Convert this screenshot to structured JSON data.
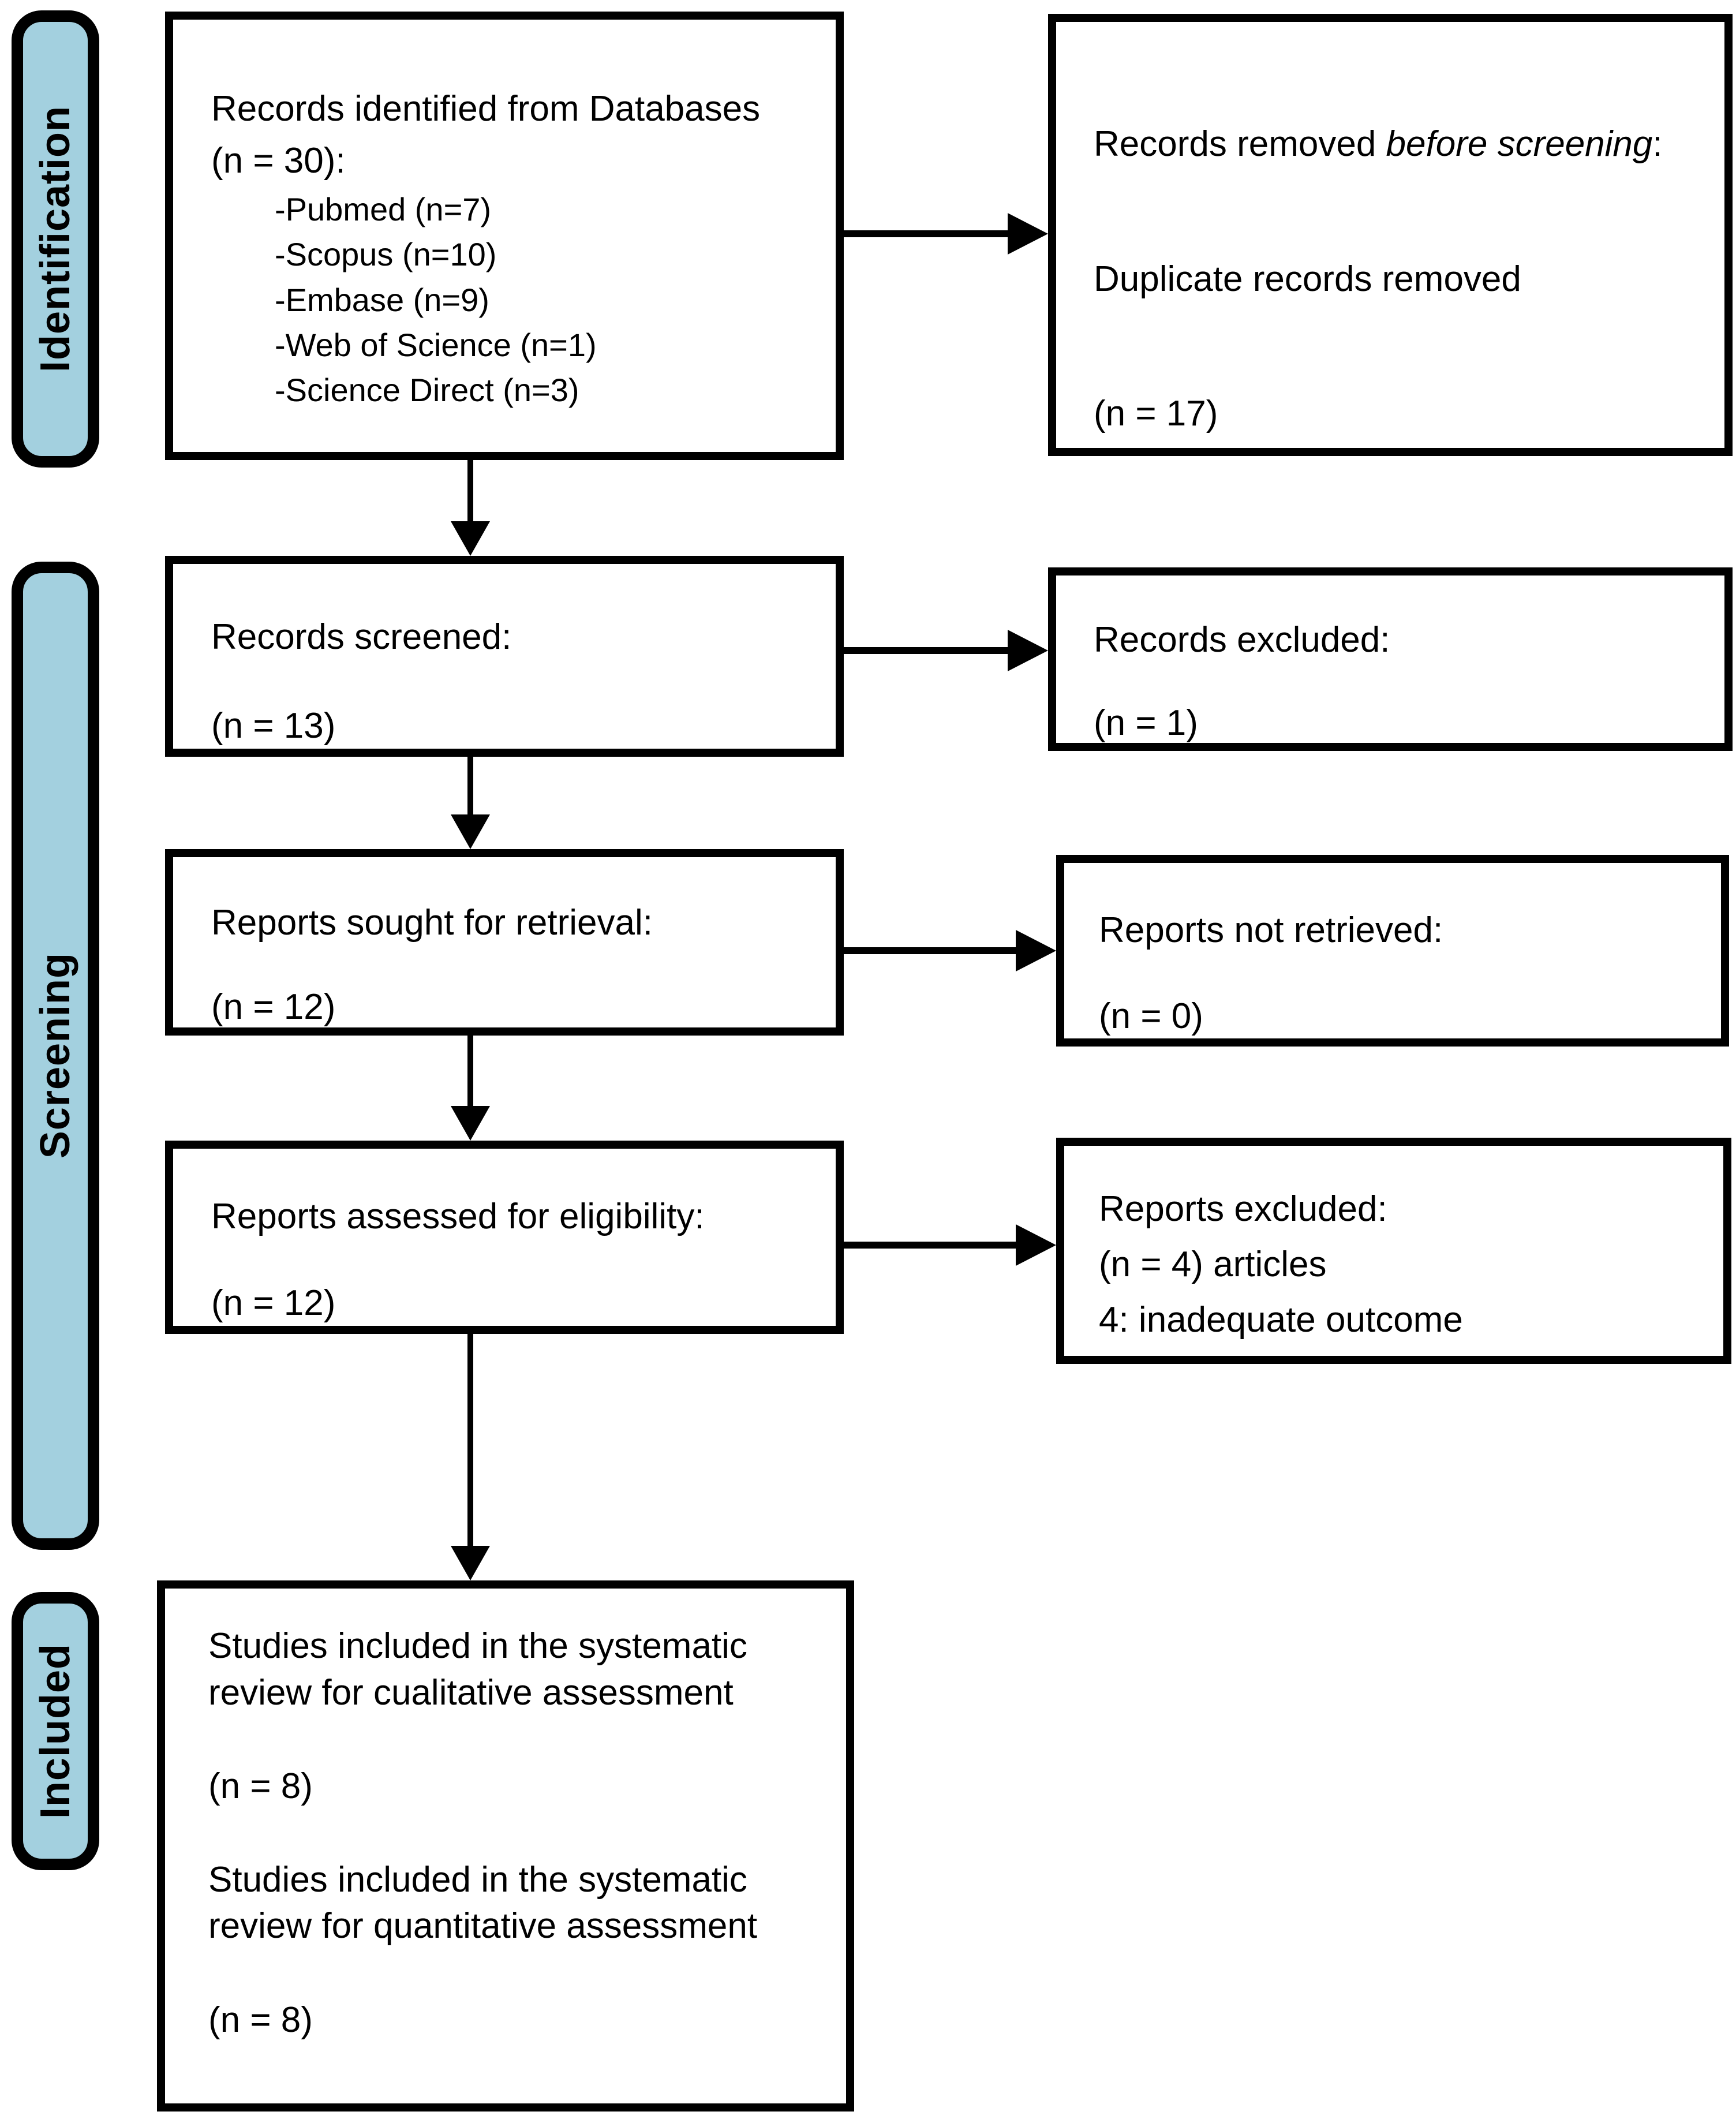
{
  "stages": {
    "identification": "Identification",
    "screening": "Screening",
    "included": "Included"
  },
  "boxes": {
    "records_identified": {
      "title_line1": "Records identified from Databases",
      "title_line2": "(n = 30):",
      "sources": [
        "-Pubmed (n=7)",
        "-Scopus (n=10)",
        "-Embase (n=9)",
        "-Web of Science (n=1)",
        "-Science Direct (n=3)"
      ]
    },
    "records_removed": {
      "title_prefix": "Records removed ",
      "title_italic": "before screening",
      "title_suffix": ":",
      "reason": "Duplicate records removed",
      "count": "(n = 17)"
    },
    "records_screened": {
      "title": "Records screened:",
      "count": "(n = 13)"
    },
    "records_excluded": {
      "title": "Records excluded:",
      "count": "(n = 1)"
    },
    "reports_sought": {
      "title": "Reports sought for retrieval:",
      "count": "(n = 12)"
    },
    "reports_not_retrieved": {
      "title": "Reports not retrieved:",
      "count": "(n = 0)"
    },
    "reports_assessed": {
      "title": "Reports assessed for eligibility:",
      "count": "(n = 12)"
    },
    "reports_excluded": {
      "title": "Reports excluded:",
      "detail_line1": "(n = 4) articles",
      "detail_line2": "4: inadequate outcome"
    },
    "studies_included": {
      "qualitative_line1": "Studies included in the systematic",
      "qualitative_line2": "review for cualitative assessment",
      "qualitative_count": "(n = 8)",
      "quantitative_line1": "Studies included in the systematic",
      "quantitative_line2": "review for quantitative assessment",
      "quantitative_count": "(n = 8)"
    }
  },
  "colors": {
    "stage_fill": "#A3D0DF",
    "line": "#000000",
    "background": "#FFFFFF"
  }
}
